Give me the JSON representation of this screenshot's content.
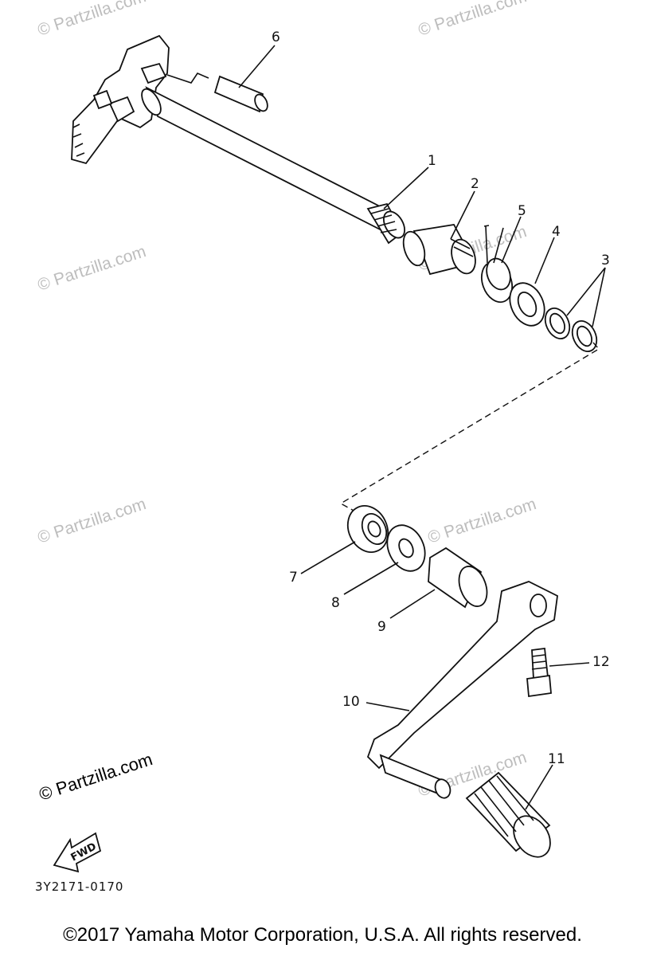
{
  "callouts": [
    "1",
    "2",
    "3",
    "4",
    "5",
    "6",
    "7",
    "8",
    "9",
    "10",
    "11",
    "12"
  ],
  "diagram_code": "3Y2171-0170",
  "fwd_label": "FWD",
  "watermark_text": "© Partzilla.com",
  "copyright": "©2017 Yamaha Motor Corporation, U.S.A. All rights reserved."
}
